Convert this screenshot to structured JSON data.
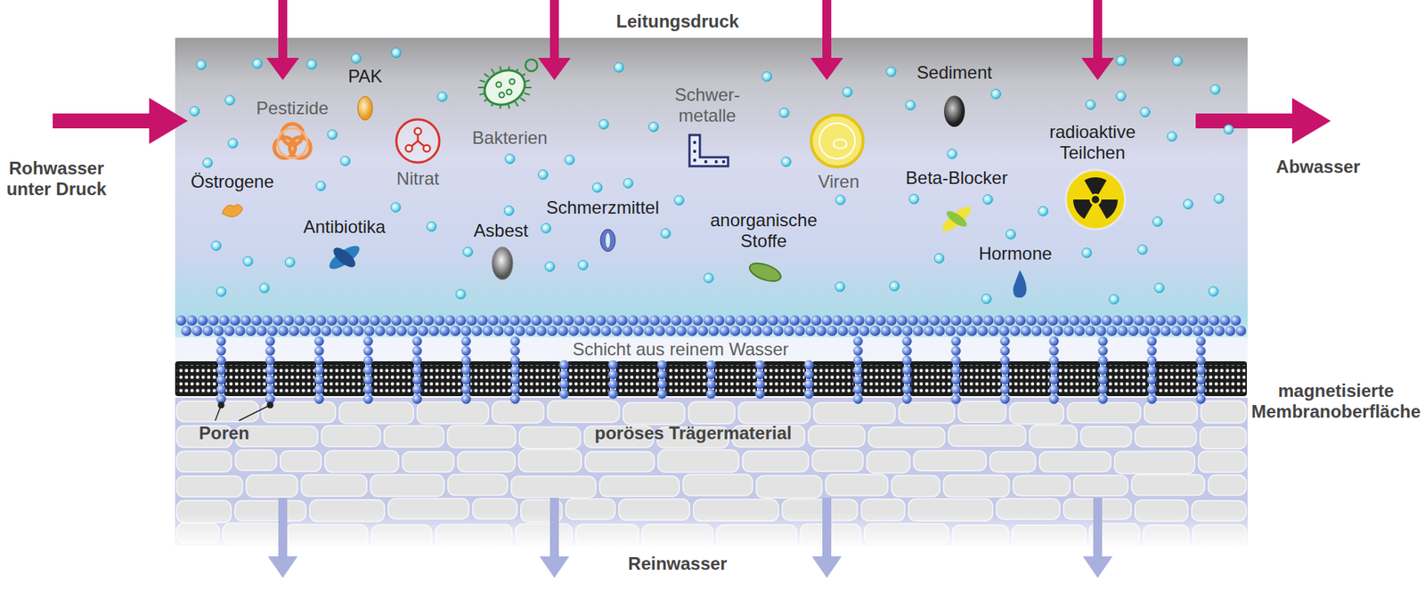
{
  "diagram": {
    "labels": [
      "Leitungsdruck",
      "Rohwasser unter Druck",
      "Abwasser",
      "PAK",
      "Pestizide",
      "Bakterien",
      "Schwer- metalle",
      "Sediment",
      "Nitrat",
      "Viren",
      "radioaktive Teilchen",
      "Östrogene",
      "Beta-Blocker",
      "Schmerzmittel",
      "Antibiotika",
      "Asbest",
      "anorganische Stoffe",
      "Hormone",
      "Schicht aus reinem Wasser",
      "magnetisierte Membranoberfläche",
      "Poren",
      "poröses Trägermaterial",
      "Reinwasser"
    ]
  }
}
